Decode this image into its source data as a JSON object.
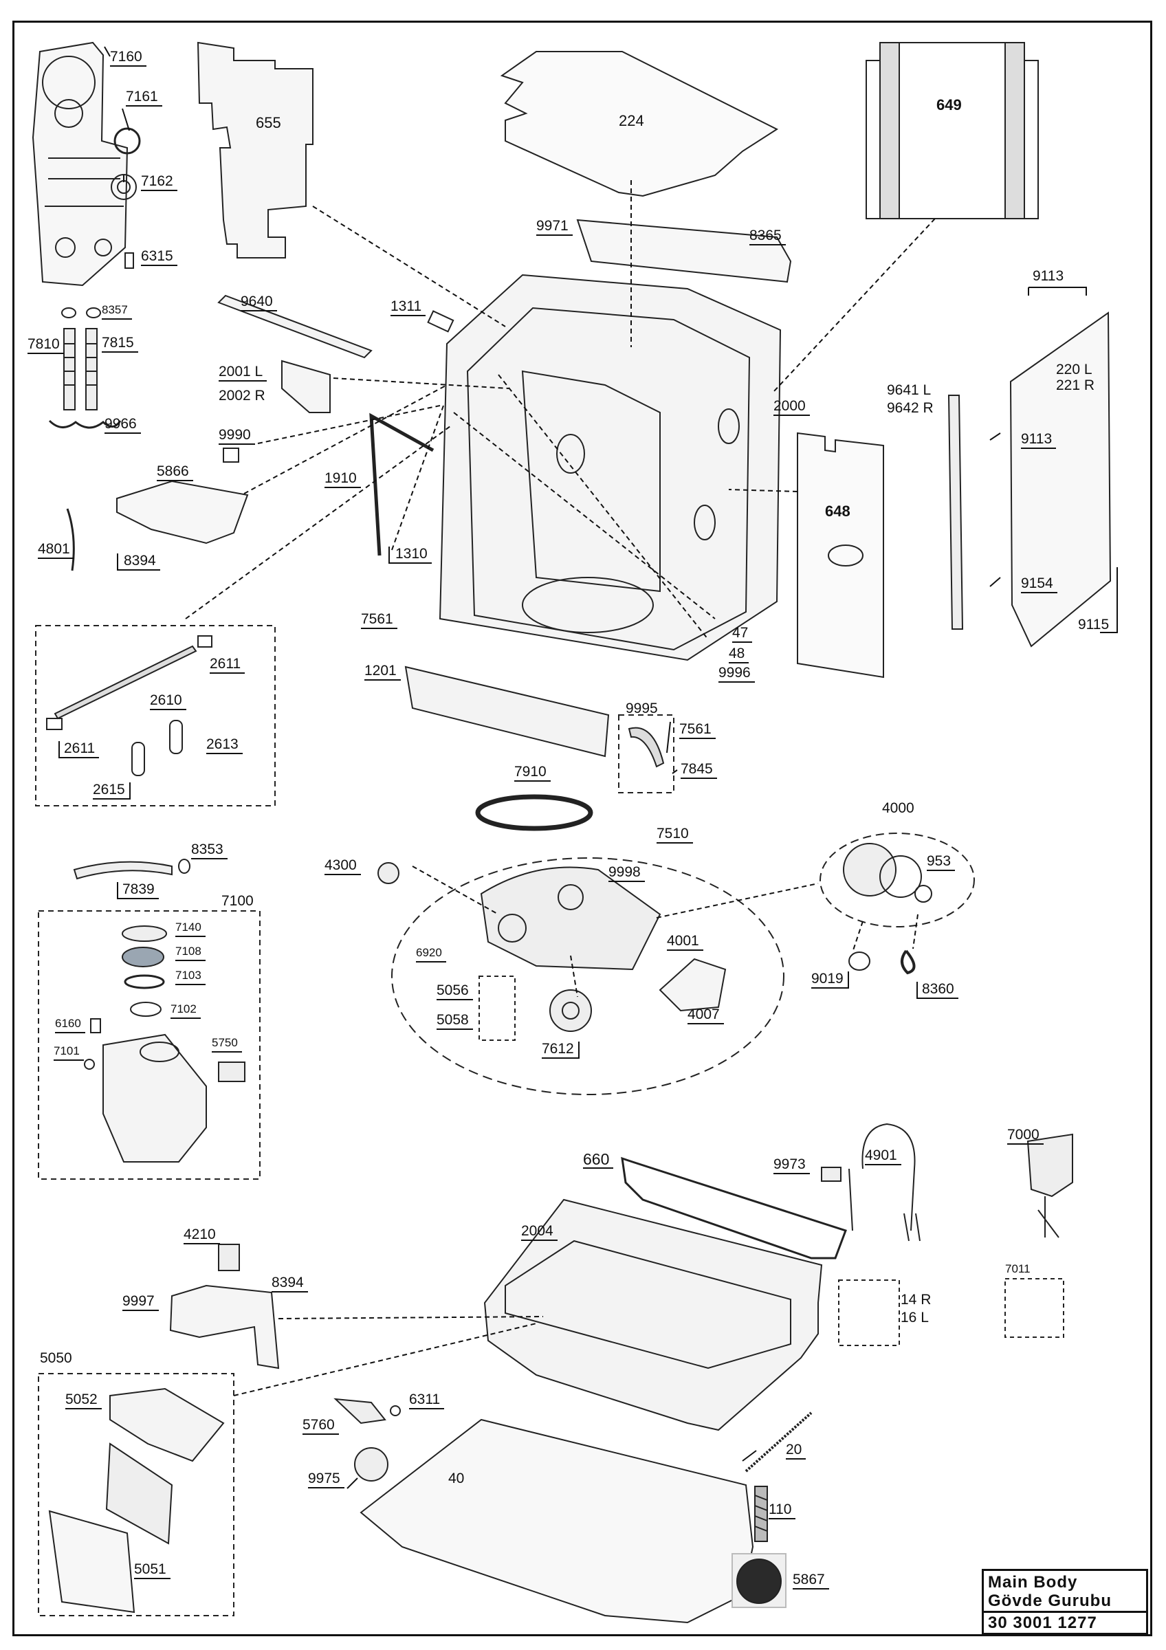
{
  "title_block": {
    "line1": "Main Body",
    "line2": "Gövde Gurubu",
    "line3": "30 3001 1277"
  },
  "labels": {
    "p7160": "7160",
    "p7161": "7161",
    "p7162": "7162",
    "p6315": "6315",
    "p8357": "8357",
    "p7810": "7810",
    "p7815": "7815",
    "p9966": "9966",
    "p655": "655",
    "p224": "224",
    "p649": "649",
    "p9971": "9971",
    "p8365": "8365",
    "p9640": "9640",
    "p1311": "1311",
    "p2001": "2001 L",
    "p2002": "2002 R",
    "p9990": "9990",
    "p5866": "5866",
    "p1910": "1910",
    "p4801": "4801",
    "p8394a": "8394",
    "p1310": "1310",
    "p2000": "2000",
    "p9641": "9641 L",
    "p9642": "9642 R",
    "p9113a": "9113",
    "p220": "220 L",
    "p221": "221 R",
    "p9113b": "9113",
    "p648": "648",
    "p9154": "9154",
    "p9115": "9115",
    "p7561a": "7561",
    "p47": "47",
    "p48": "48",
    "p9996": "9996",
    "p1201": "1201",
    "p2611a": "2611",
    "p2610": "2610",
    "p2611b": "2611",
    "p2613": "2613",
    "p2615": "2615",
    "p9995": "9995",
    "p7561b": "7561",
    "p7845": "7845",
    "p7910": "7910",
    "p7510": "7510",
    "p4000": "4000",
    "p953": "953",
    "p4300": "4300",
    "p9998": "9998",
    "p8353": "8353",
    "p7839": "7839",
    "p7100": "7100",
    "p7140": "7140",
    "p7108": "7108",
    "p7103": "7103",
    "p7102": "7102",
    "p6160": "6160",
    "p7101": "7101",
    "p5750": "5750",
    "p6920": "6920",
    "p4001": "4001",
    "p5056": "5056",
    "p5058": "5058",
    "p4007": "4007",
    "p7612": "7612",
    "p9019": "9019",
    "p8360": "8360",
    "p660": "660",
    "p9973": "9973",
    "p4901": "4901",
    "p7000": "7000",
    "p2004": "2004",
    "p4210": "4210",
    "p8394b": "8394",
    "p9997": "9997",
    "p14": "14 R",
    "p16": "16 L",
    "p7011": "7011",
    "p5050": "5050",
    "p5052": "5052",
    "p6311": "6311",
    "p5760": "5760",
    "p20": "20",
    "p9975": "9975",
    "p40": "40",
    "p110": "110",
    "p5051": "5051",
    "p5867": "5867"
  }
}
